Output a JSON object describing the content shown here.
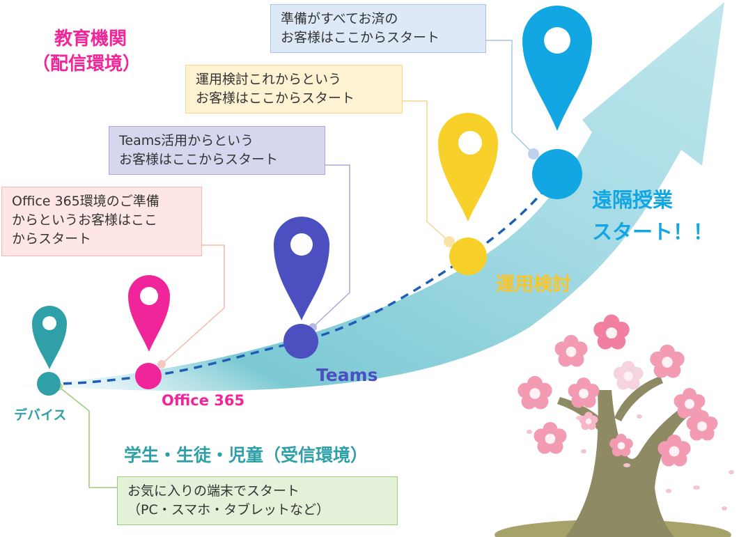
{
  "header": {
    "title_line1": "教育機関",
    "title_line2": "（配信環境）"
  },
  "steps": [
    {
      "id": "device",
      "label": "デバイス",
      "color": "#2fa0a8"
    },
    {
      "id": "office365",
      "label": "Office 365",
      "color": "#f0259a"
    },
    {
      "id": "teams",
      "label": "Teams",
      "color": "#4b4fbf"
    },
    {
      "id": "operation",
      "label": "運用検討",
      "color": "#f7c52a"
    },
    {
      "id": "remote",
      "label_line1": "遠隔授業",
      "label_line2": "スタート！！",
      "color": "#12a7e2"
    }
  ],
  "notes": {
    "device": {
      "line1": "お気に入りの端末でスタート",
      "line2": "（PC・スマホ・タブレットなど）",
      "bg": "#e3f1d9",
      "border": "#9ccc7c"
    },
    "office365": {
      "line1": "Office 365環境のご準備",
      "line2": "からというお客様はここ",
      "line3": "からスタート",
      "bg": "#fde6e3",
      "border": "#f3b9b0"
    },
    "teams": {
      "line1": "Teams活用からという",
      "line2": "お客様はここからスタート",
      "bg": "#d6d6ef",
      "border": "#a8a9d6"
    },
    "operation": {
      "line1": "運用検討これからという",
      "line2": "お客様はここからスタート",
      "bg": "#fdf3d2",
      "border": "#f4d98c"
    },
    "remote": {
      "line1": "準備がすべてお済の",
      "line2": "お客様はここからスタート",
      "bg": "#dde9f6",
      "border": "#a9c3e2"
    }
  },
  "students": {
    "label": "学生・生徒・児童（受信環境）",
    "color": "#2fa0a8"
  },
  "colors": {
    "arrow": "#b4e2ea",
    "dashed": "#1e5fb5",
    "title": "#f0259a",
    "trunk": "#8d8a64",
    "blossom": "#f29bb3"
  }
}
